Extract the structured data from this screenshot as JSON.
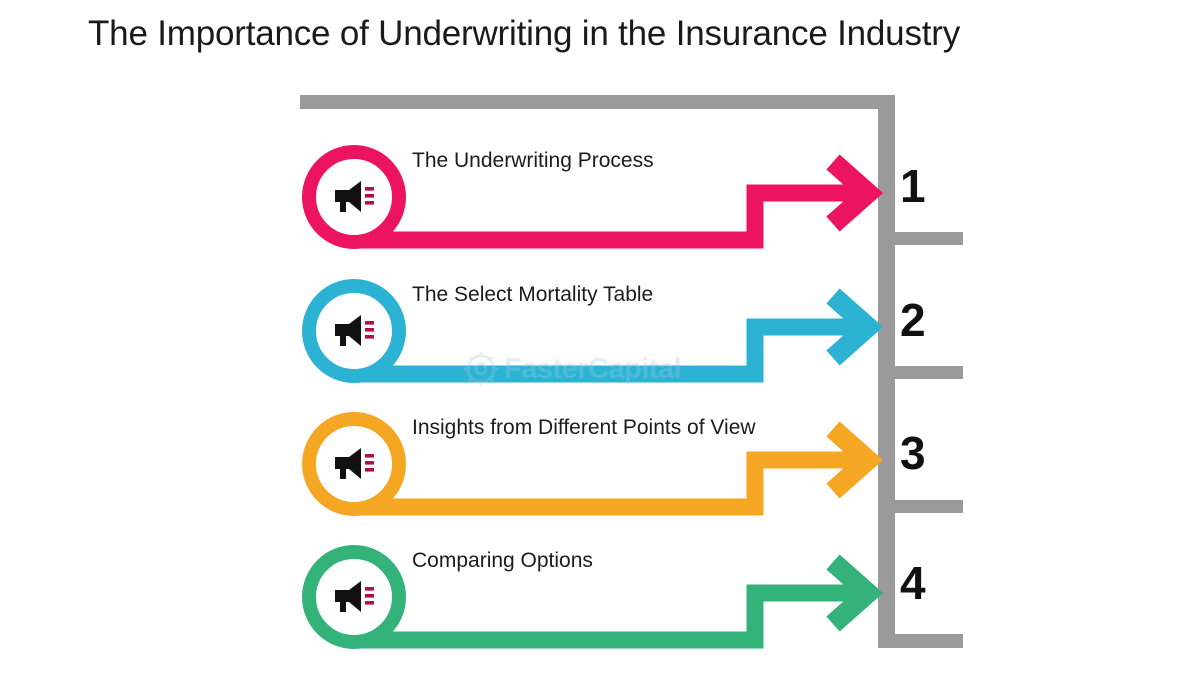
{
  "page": {
    "title": "The Importance of Underwriting in the Insurance Industry",
    "background_color": "#ffffff",
    "frame_color": "#9a9a9a",
    "text_color": "#1c1c1c"
  },
  "watermark": {
    "text": "FasterCapital",
    "icon": "gear-icon",
    "color": "#9ecfe0"
  },
  "steps": [
    {
      "number": "1",
      "label": "The Underwriting Process",
      "color": "#EC1361",
      "icon": "megaphone-icon"
    },
    {
      "number": "2",
      "label": "The Select Mortality Table",
      "color": "#2CB3D4",
      "icon": "megaphone-icon"
    },
    {
      "number": "3",
      "label": "Insights from Different Points of View",
      "color": "#F5A623",
      "icon": "megaphone-icon"
    },
    {
      "number": "4",
      "label": "Comparing Options",
      "color": "#33B27A",
      "icon": "megaphone-icon"
    }
  ]
}
